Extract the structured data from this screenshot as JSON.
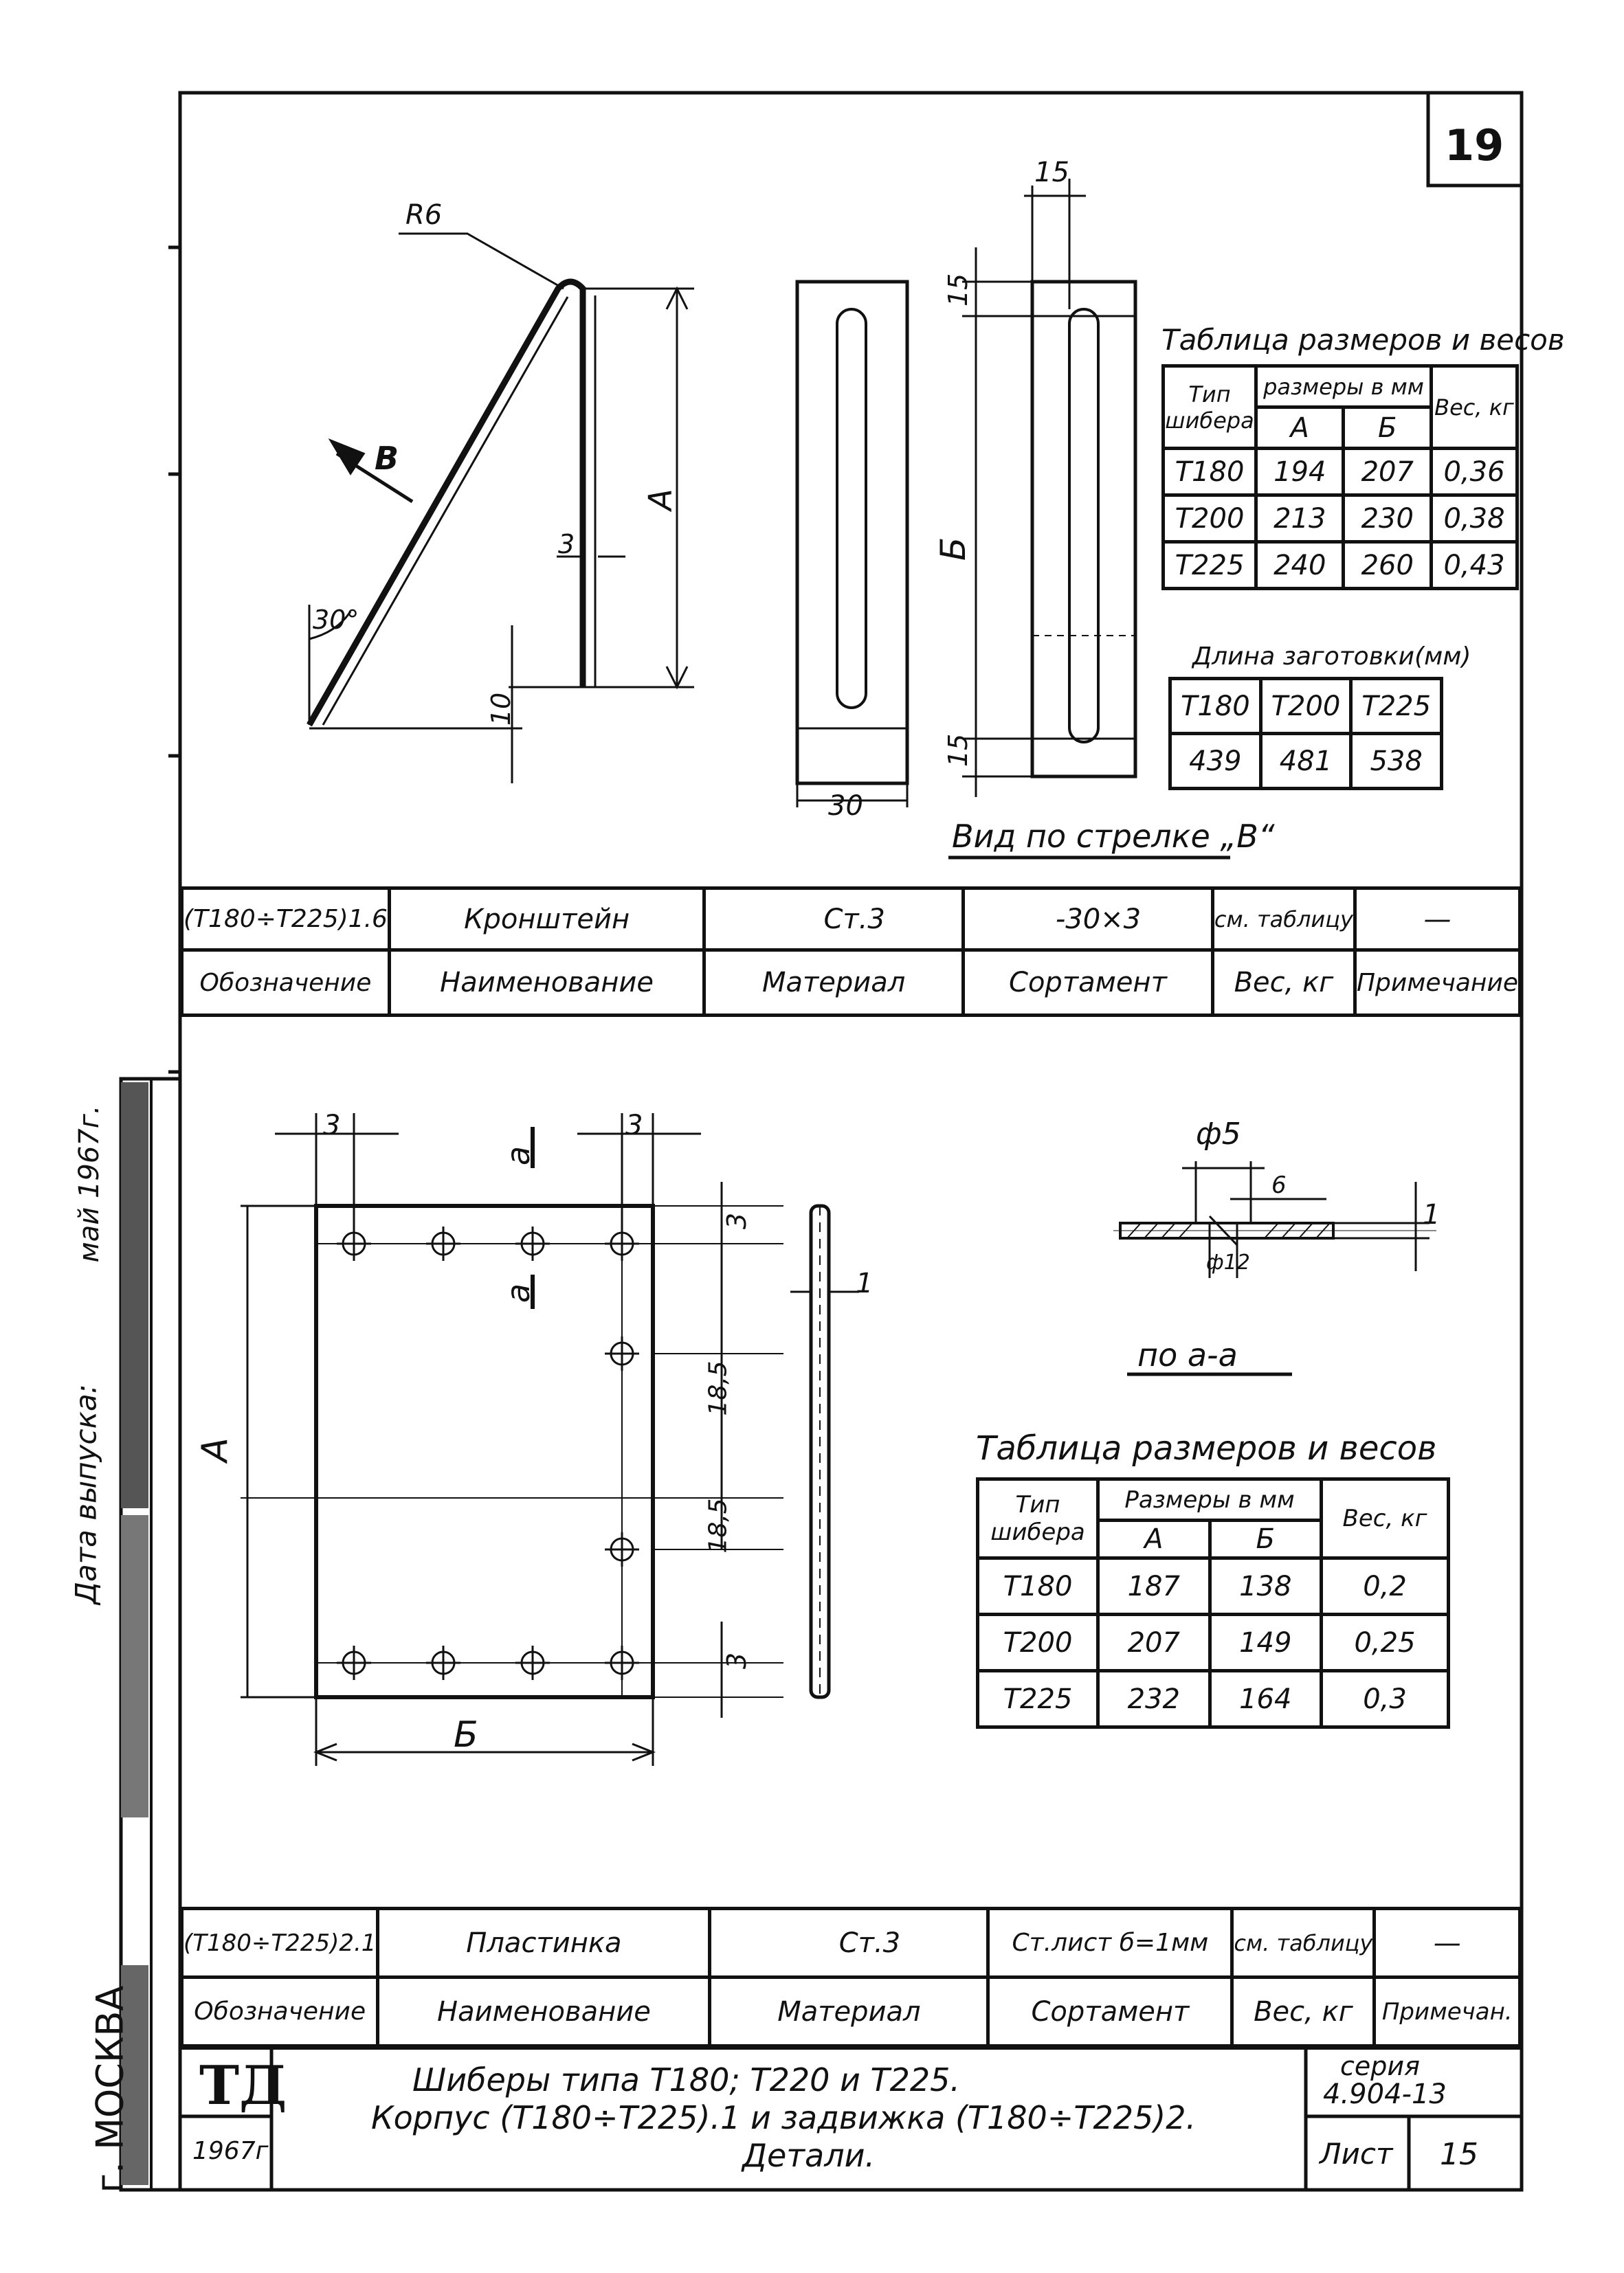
{
  "sheet": {
    "corner_number": "19"
  },
  "detail1": {
    "label_r": "R6",
    "label_arrow": "B",
    "label_A": "A",
    "label_3": "3",
    "label_30deg": "30°",
    "label_10": "10",
    "label_15_top": "15",
    "label_15_vert_top": "15",
    "label_15_vert_bottom": "15",
    "label_B": "Б",
    "label_30": "30",
    "view_caption": "Вид по стрелке „В“",
    "weights_table": {
      "title": "Таблица размеров и весов",
      "col_type": "Тип шибера",
      "col_sizes": "размеры в мм",
      "col_A": "А",
      "col_B": "Б",
      "col_weight": "Вес, кг",
      "rows": [
        [
          "Т180",
          "194",
          "207",
          "0,36"
        ],
        [
          "Т200",
          "213",
          "230",
          "0,38"
        ],
        [
          "Т225",
          "240",
          "260",
          "0,43"
        ]
      ]
    },
    "blank_table": {
      "title": "Длина заготовки(мм)",
      "headers": [
        "Т180",
        "Т200",
        "Т225"
      ],
      "values": [
        "439",
        "481",
        "538"
      ]
    },
    "spec_row": [
      "(Т180÷Т225)1.6",
      "Кронштейн",
      "Ст.3",
      "-30×3",
      "см. таблицу",
      "—"
    ],
    "spec_header": [
      "Обозначение",
      "Наименование",
      "Материал",
      "Сортамент",
      "Вес, кг",
      "Примечание"
    ]
  },
  "detail2": {
    "label_3_left": "3",
    "label_3_right": "3",
    "label_a_top": "а",
    "label_a_bottom": "а",
    "label_3_top_right": "3",
    "label_185_1": "18,5",
    "label_185_2": "18,5",
    "label_3_bottom_right": "3",
    "label_A": "А",
    "label_B": "Б",
    "label_1_side": "1",
    "label_phi5": "ф5",
    "label_6": "6",
    "label_1_section": "1",
    "label_phi12": "ф12",
    "section_caption": "по а-а",
    "weights_table": {
      "title": "Таблица размеров и весов",
      "col_type": "Тип шибера",
      "col_sizes": "Размеры в мм",
      "col_A": "А",
      "col_B": "Б",
      "col_weight": "Вес, кг",
      "rows": [
        [
          "Т180",
          "187",
          "138",
          "0,2"
        ],
        [
          "Т200",
          "207",
          "149",
          "0,25"
        ],
        [
          "Т225",
          "232",
          "164",
          "0,3"
        ]
      ]
    },
    "spec_row": [
      "(Т180÷Т225)2.1",
      "Пластинка",
      "Ст.3",
      "Ст.лист б=1мм",
      "см. таблицу",
      "—"
    ],
    "spec_header": [
      "Обозначение",
      "Наименование",
      "Материал",
      "Сортамент",
      "Вес, кг",
      "Примечан."
    ]
  },
  "title_block": {
    "logo": "ТД",
    "year": "1967г.",
    "title_line1": "Шиберы типа Т180; Т220 и Т225.",
    "title_line2": "Корпус (Т180÷Т225).1 и задвижка (Т180÷Т225)2.",
    "title_line3": "Детали.",
    "series_label": "серия",
    "series_value": "4.904-13",
    "sheet_label": "Лист",
    "sheet_value": "15"
  },
  "side_stamp": {
    "city": "г. МОСКВА",
    "release_label": "Дата выпуска:",
    "release_date": "май 1967г."
  }
}
